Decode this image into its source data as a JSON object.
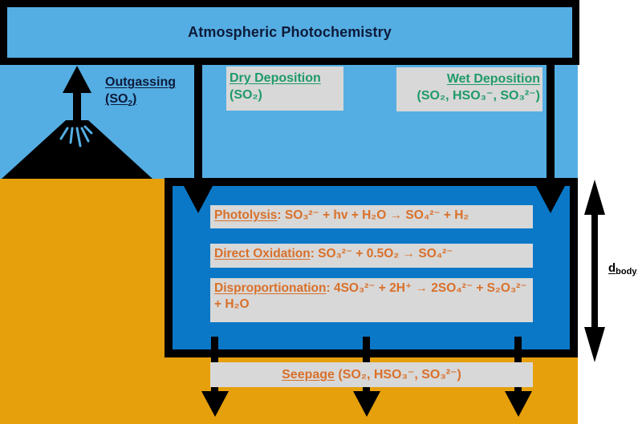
{
  "diagram": {
    "title": "Atmospheric Photochemistry",
    "colors": {
      "sky": "#55aee3",
      "ground": "#e6a00c",
      "water_body": "#0a78c7",
      "label_box": "#d8d8d8",
      "deposition_text": "#1f9a6a",
      "reaction_text": "#d9702a",
      "outgassing_text": "#0d1a3a",
      "arrows": "#000000"
    },
    "outgassing": {
      "label": "Outgassing",
      "species_open": "(SO",
      "species_sub": "2",
      "species_close": ")"
    },
    "dry_deposition": {
      "label": "Dry Deposition",
      "species": "(SO₂)"
    },
    "wet_deposition": {
      "label": "Wet Deposition",
      "species": "(SO₂, HSO₃⁻, SO₃²⁻)"
    },
    "reactions": [
      {
        "name": "Photolysis",
        "equation": ": SO₃²⁻ + hv + H₂O → SO₄²⁻ + H₂"
      },
      {
        "name": "Direct Oxidation",
        "equation": ": SO₃²⁻ + 0.5O₂ → SO₄²⁻"
      },
      {
        "name": "Disproportionation",
        "equation": ": 4SO₃²⁻ + 2H⁺ → 2SO₄²⁻ + S₂O₃²⁻ + H₂O"
      }
    ],
    "seepage": {
      "label": "Seepage",
      "species": " (SO₂, HSO₃⁻, SO₃²⁻)"
    },
    "depth_label": {
      "main": "d",
      "sub": "body"
    }
  }
}
